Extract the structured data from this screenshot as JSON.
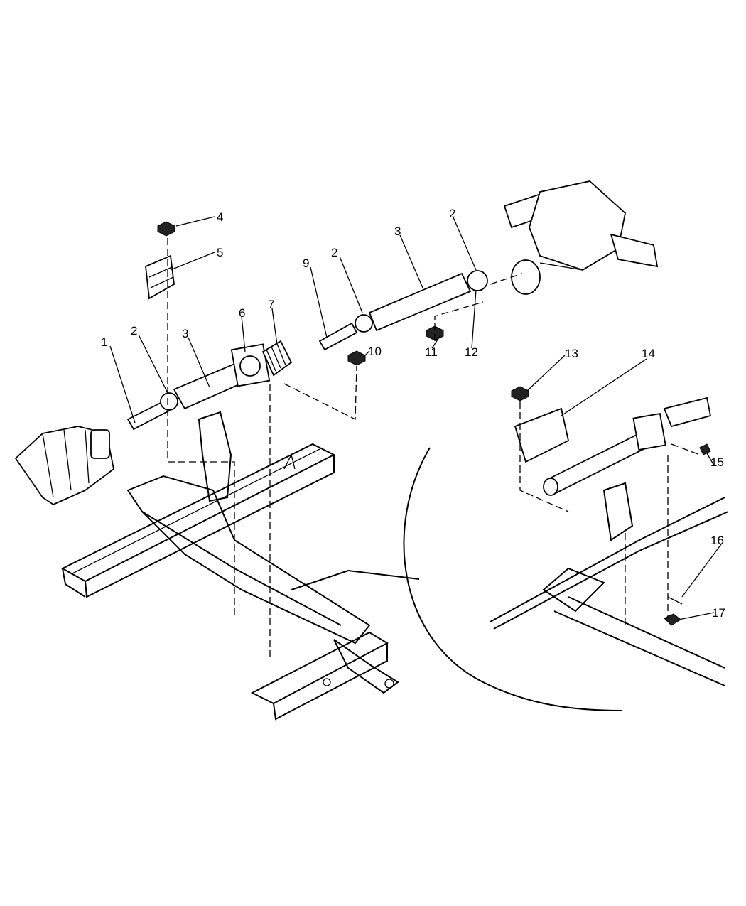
{
  "diagram": {
    "title": "Propeller shaft and center bearing assembly",
    "callouts": [
      "1",
      "2",
      "3",
      "4",
      "5",
      "6",
      "7",
      "9",
      "2",
      "3",
      "2",
      "10",
      "11",
      "12",
      "13",
      "14",
      "15",
      "16",
      "17"
    ]
  }
}
